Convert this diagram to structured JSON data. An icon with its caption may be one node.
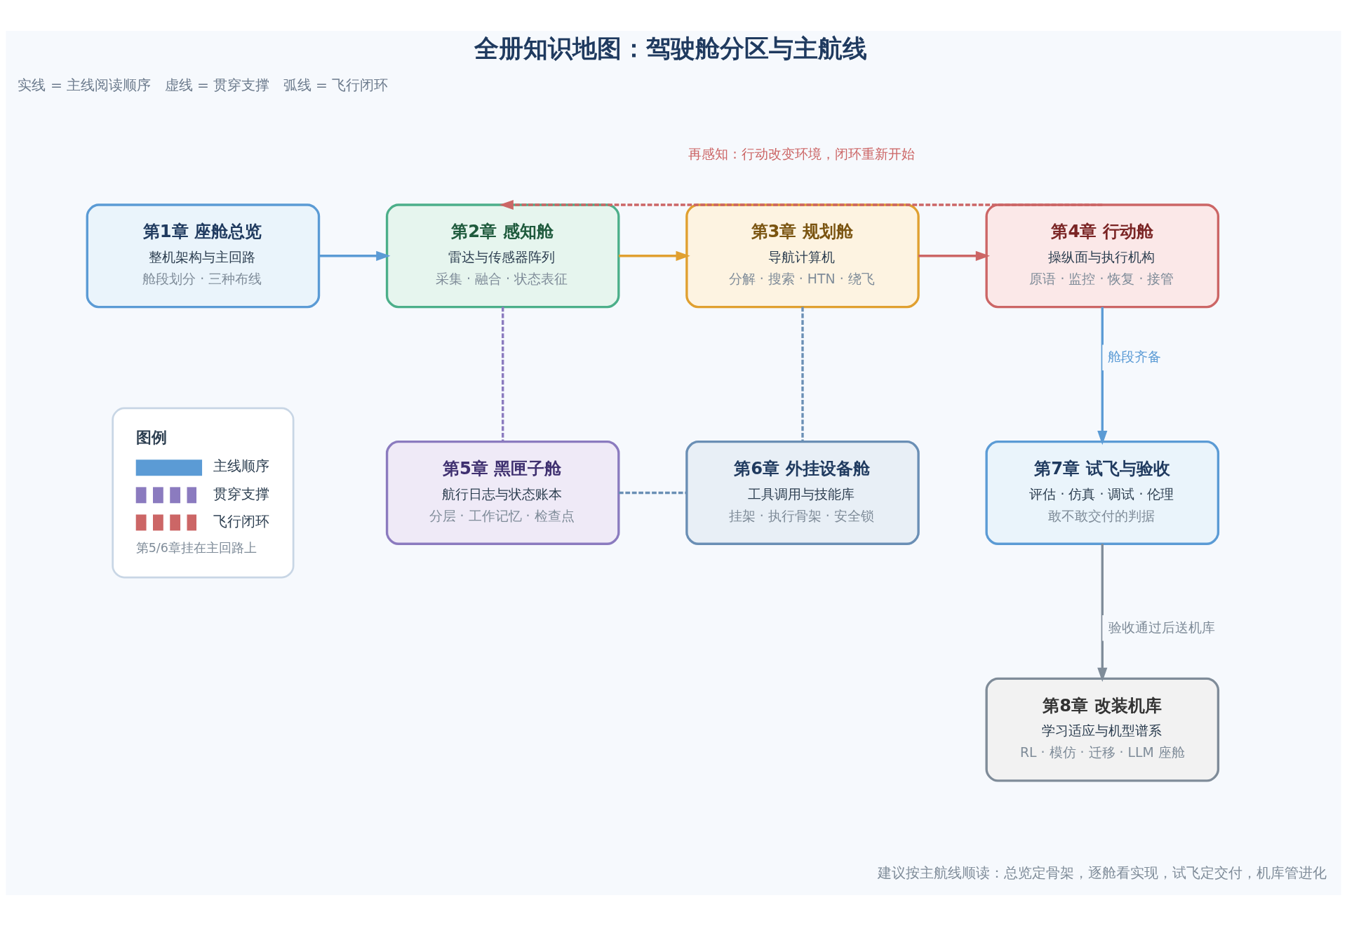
{
  "diagram": {
    "title": "全册知识地图：驾驶舱分区与主航线",
    "caption": "建议按主航线顺读：总览定骨架，逐舱看实现，试飞定交付，机库管进化",
    "nodes": [
      {
        "text": [
          "第1章 座舱总览",
          "整机架构与主回路",
          "舱段划分 · 三种布线"
        ]
      },
      {
        "text": [
          "第2章 感知舱",
          "雷达与传感器阵列",
          "采集 · 融合 · 状态表征"
        ]
      },
      {
        "text": [
          "第3章 规划舱",
          "导航计算机",
          "分解 · 搜索 · HTN · 绕飞"
        ]
      },
      {
        "text": [
          "第4章 行动舱",
          "操纵面与执行机构",
          "原语 · 监控 · 恢复 · 接管"
        ]
      },
      {
        "text": [
          "第5章 黑匣子舱",
          "航行日志与状态账本",
          "分层 · 工作记忆 · 检查点"
        ]
      },
      {
        "text": [
          "第6章 外挂设备舱",
          "工具调用与技能库",
          "挂架 · 执行骨架 · 安全锁"
        ]
      },
      {
        "text": [
          "第7章 试飞与验收",
          "评估 · 仿真 · 调试 · 伦理",
          "敢不敢交付的判据"
        ]
      },
      {
        "text": [
          "第8章 改装机库",
          "学习适应与机型谱系",
          "RL · 模仿 · 迁移 · LLM 座舱"
        ]
      }
    ],
    "edges": [
      {
        "from": 0,
        "to": 1,
        "arrow": "to",
        "color": "#5b9bd5"
      },
      {
        "from": 1,
        "to": 2,
        "arrow": "to",
        "color": "#e0a030"
      },
      {
        "from": 2,
        "to": 3,
        "arrow": "to",
        "color": "#cc6666"
      },
      {
        "from": 3,
        "to": 1,
        "arrow": "to",
        "style": "dashed",
        "color": "#cc6666",
        "label": "再感知：行动改变环境，闭环重新开始"
      },
      {
        "from": 1,
        "to": 4,
        "arrow": "none",
        "style": "dashed",
        "color": "#8b7bbf"
      },
      {
        "from": 2,
        "to": 5,
        "arrow": "none",
        "style": "dashed",
        "color": "#6a8fb5"
      },
      {
        "from": 4,
        "to": 5,
        "arrow": "none",
        "style": "dashed",
        "color": "#6a8fb5"
      },
      {
        "from": 3,
        "to": 6,
        "arrow": "to",
        "color": "#5b9bd5",
        "label": "舱段齐备"
      },
      {
        "from": 6,
        "to": 7,
        "arrow": "to",
        "color": "#7f8c99",
        "label": "验收通过后送机库"
      }
    ],
    "labels": [
      "实线 = 主线阅读顺序   虚线 = 贯穿支撑   弧线 = 飞行闭环",
      "图例",
      "第5/6章挂在主回路上"
    ],
    "legend": [
      {
        "text": "主线顺序"
      },
      {
        "text": "贯穿支撑"
      },
      {
        "text": "飞行闭环"
      }
    ]
  }
}
